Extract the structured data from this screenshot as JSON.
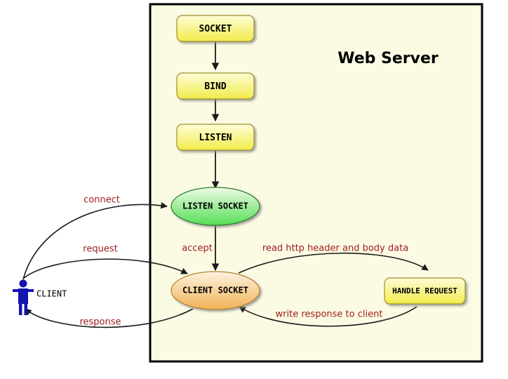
{
  "diagram": {
    "title": "Web Server",
    "boundary": {
      "label": "Web Server",
      "fill": "#fbfbe4",
      "stroke": "#000000"
    },
    "colors": {
      "process_fill_top": "#fdfdd8",
      "process_fill_bottom": "#f2eb4a",
      "listen_socket_fill_top": "#eefbe6",
      "listen_socket_fill_bottom": "#55de55",
      "client_socket_fill_top": "#fdf3e0",
      "client_socket_fill_bottom": "#f0b255",
      "label_color": "#9e1b1b",
      "actor_color": "#1414b0",
      "edge_color": "#1a1a1a"
    },
    "nodes": [
      {
        "id": "socket",
        "label": "SOCKET",
        "shape": "rounded-rect"
      },
      {
        "id": "bind",
        "label": "BIND",
        "shape": "rounded-rect"
      },
      {
        "id": "listen",
        "label": "LISTEN",
        "shape": "rounded-rect"
      },
      {
        "id": "listen_socket",
        "label": "LISTEN SOCKET",
        "shape": "ellipse"
      },
      {
        "id": "client_socket",
        "label": "CLIENT SOCKET",
        "shape": "ellipse"
      },
      {
        "id": "handle_request",
        "label": "HANDLE REQUEST",
        "shape": "rounded-rect"
      },
      {
        "id": "client",
        "label": "CLIENT",
        "shape": "actor"
      }
    ],
    "edges": [
      {
        "id": "socket-bind",
        "from": "socket",
        "to": "bind",
        "label": ""
      },
      {
        "id": "bind-listen",
        "from": "bind",
        "to": "listen",
        "label": ""
      },
      {
        "id": "listen-listen_socket",
        "from": "listen",
        "to": "listen_socket",
        "label": ""
      },
      {
        "id": "client-listen_socket",
        "from": "client",
        "to": "listen_socket",
        "label": "connect"
      },
      {
        "id": "listen_socket-client_socket",
        "from": "listen_socket",
        "to": "client_socket",
        "label": "accept"
      },
      {
        "id": "client-client_socket",
        "from": "client",
        "to": "client_socket",
        "label": "request"
      },
      {
        "id": "client_socket-handle_request",
        "from": "client_socket",
        "to": "handle_request",
        "label": "read http header and body data"
      },
      {
        "id": "handle_request-client_socket",
        "from": "handle_request",
        "to": "client_socket",
        "label": "write response to client"
      },
      {
        "id": "client_socket-client",
        "from": "client_socket",
        "to": "client",
        "label": "response"
      }
    ]
  }
}
